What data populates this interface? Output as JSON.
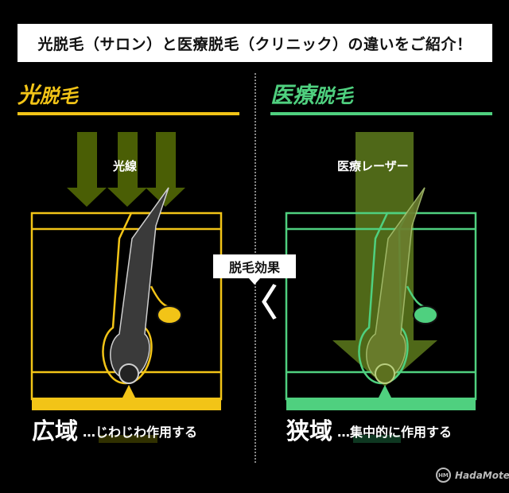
{
  "title": "光脱毛（サロン）と医療脱毛（クリニック）の違いをご紹介！",
  "colors": {
    "yellow": "#f2c417",
    "green": "#4fd07f",
    "beam_dark": "#4a5e05",
    "beam_green": "#56711a"
  },
  "left": {
    "heading_first": "光",
    "heading_rest": "脱毛",
    "beam_label": "光線",
    "caption_main": "広域",
    "caption_sub": "…じわじわ作用する"
  },
  "right": {
    "heading_first": "医療",
    "heading_rest": "脱毛",
    "beam_label": "医療レーザー",
    "caption_main": "狭域",
    "caption_sub": "…集中的に作用する"
  },
  "comparison": {
    "badge": "脱毛効果",
    "symbol": "〈"
  },
  "logo": {
    "mark": "HM",
    "text": "HadaMote"
  }
}
